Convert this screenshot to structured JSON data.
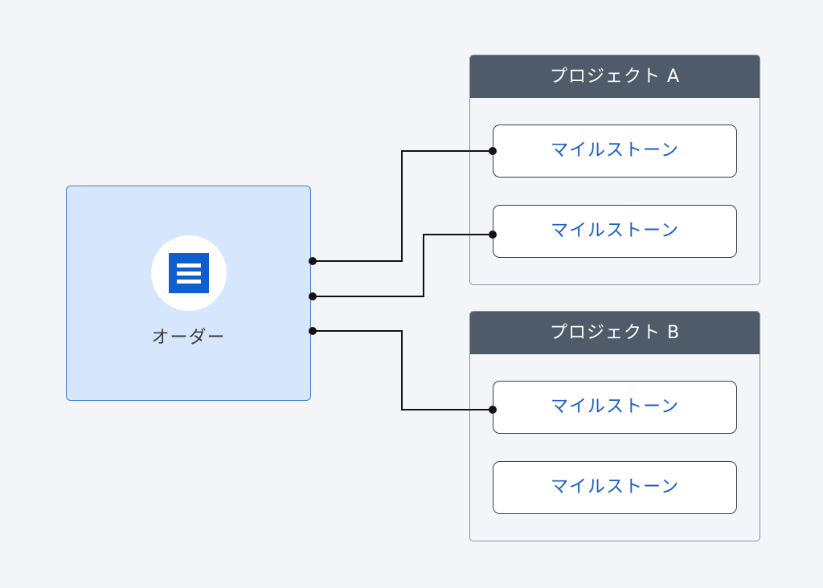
{
  "order": {
    "label": "オーダー",
    "icon": "document-icon"
  },
  "projects": [
    {
      "title": "プロジェクト A",
      "milestones": [
        "マイルストーン",
        "マイルストーン"
      ]
    },
    {
      "title": "プロジェクト B",
      "milestones": [
        "マイルストーン",
        "マイルストーン"
      ]
    }
  ],
  "colors": {
    "background": "#f3f5f9",
    "order_fill": "#d6e7fd",
    "order_border": "#3b7fd4",
    "icon_blue": "#0f5ecf",
    "project_header": "#4f5b69",
    "milestone_text": "#1a5cc7",
    "connector": "#111111"
  }
}
